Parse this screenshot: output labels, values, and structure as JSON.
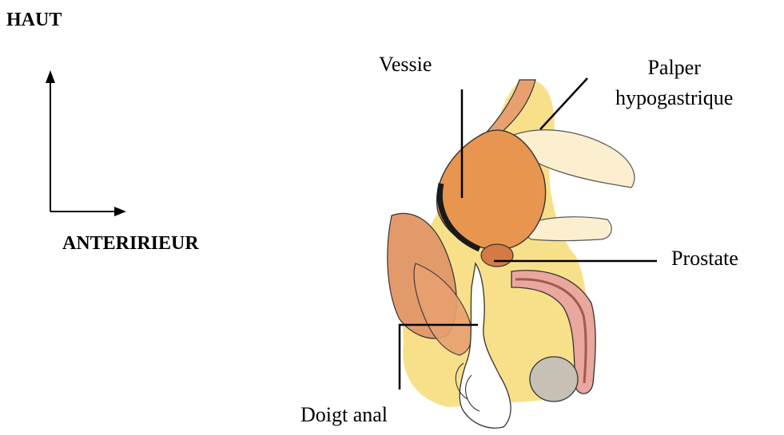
{
  "orientation": {
    "up_label": "HAUT",
    "anterior_label": "ANTERIRIEUR"
  },
  "labels": {
    "vessie": "Vessie",
    "palper_line1": "Palper",
    "palper_line2": "hypogastrique",
    "prostate": "Prostate",
    "doigt_anal": "Doigt anal"
  },
  "colors": {
    "bladder": "#e8954f",
    "skin": "#f3d69a",
    "fat": "#f5d35a",
    "tissue": "#e39a6a",
    "urethra": "#d98f86",
    "testis": "#c7c0b4",
    "outline": "#333333"
  }
}
